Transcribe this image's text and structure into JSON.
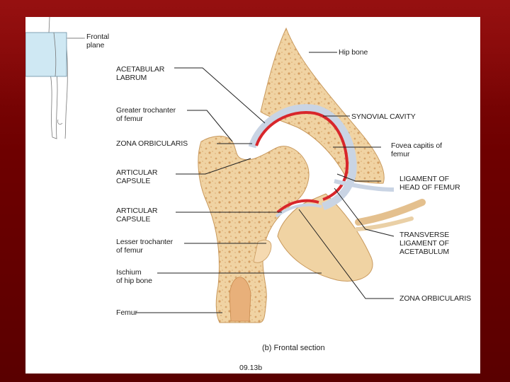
{
  "labels": {
    "frontal_plane": "Frontal\nplane",
    "hip_bone": "Hip bone",
    "acetabular_labrum": "ACETABULAR\nLABRUM",
    "greater_trochanter": "Greater trochanter\nof femur",
    "synovial_cavity": "SYNOVIAL CAVITY",
    "zona_orbicularis_left": "ZONA ORBICULARIS",
    "fovea_capitis": "Fovea capitis of\nfemur",
    "articular_capsule_upper": "ARTICULAR\nCAPSULE",
    "ligament_head_femur": "LIGAMENT OF\nHEAD OF FEMUR",
    "articular_capsule_lower": "ARTICULAR\nCAPSULE",
    "transverse_ligament": "TRANSVERSE\nLIGAMENT OF\nACETABULUM",
    "lesser_trochanter": "Lesser trochanter\nof femur",
    "ischium": "Ischium\nof hip bone",
    "zona_orbicularis_right": "ZONA ORBICULARIS",
    "femur": "Femur"
  },
  "caption": "(b) Frontal section",
  "figure_id": "09.13b",
  "colors": {
    "bone": "#f0d3a3",
    "bone_dark": "#d9a86a",
    "cartilage": "#c9d4e4",
    "synovial": "#d8262b",
    "plane": "#cfe8f3",
    "slide": "#7a0000"
  }
}
